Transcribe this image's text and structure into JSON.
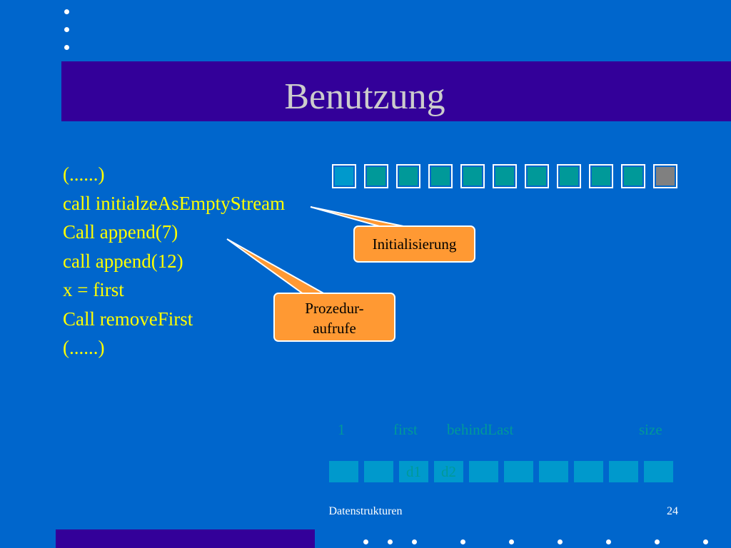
{
  "slide": {
    "title": "Benutzung",
    "code_lines": [
      "(......)",
      "call initialzeAsEmptyStream",
      "Call append(7)",
      "call append(12)",
      "x = first",
      "Call removeFirst",
      "(......)"
    ],
    "callouts": {
      "init": "Initialisierung",
      "proc_line1": "Prozedur-",
      "proc_line2": "aufrufe"
    },
    "pointer_labels": {
      "one": "1",
      "first": "first",
      "behind_last": "behindLast",
      "size": "size"
    },
    "memory_cells": [
      "",
      "",
      "d1",
      "d2",
      "",
      "",
      "",
      "",
      "",
      ""
    ],
    "footer": "Datenstrukturen",
    "page_number": "24"
  },
  "colors": {
    "background": "#0066cc",
    "title_bar": "#330099",
    "code_text": "#ffff00",
    "callout_fill": "#ff9933",
    "cell_teal": "#009999",
    "cell_first": "#0099cc",
    "cell_last": "#808080"
  }
}
